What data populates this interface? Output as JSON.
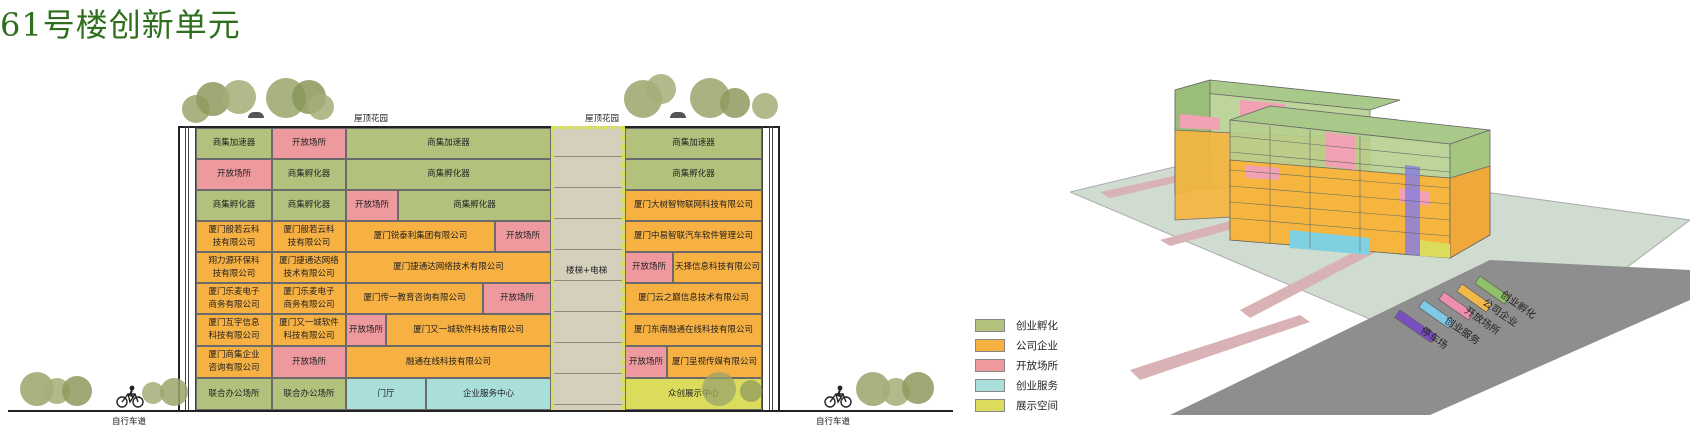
{
  "title": "61号楼创新单元",
  "labels": {
    "roof_garden_left": "屋顶花园",
    "roof_garden_right": "屋顶花园",
    "bike_lane_left": "自行车道",
    "bike_lane_right": "自行车道",
    "core": "楼梯+电梯"
  },
  "colors": {
    "incubation": "#b2c27d",
    "company": "#f7b042",
    "open": "#ed999d",
    "service": "#a9dedb",
    "exhibit": "#dbdc5c",
    "core": "#d4d0bc",
    "tree": "#9aa46b",
    "title": "#2f6e1c"
  },
  "floors": [
    [
      "商集加速器",
      "开放场所",
      "商集加速器",
      "商集加速器"
    ],
    [
      "开放场所",
      "商集孵化器",
      "商集孵化器",
      "商集孵化器"
    ],
    [
      "商集孵化器",
      "商集孵化器",
      "开放场所",
      "商集孵化器",
      "厦门大树智物联网科技有限公司"
    ],
    [
      "厦门般若云科\n技有限公司",
      "厦门般若云科\n技有限公司",
      "厦门锐泰利集团有限公司",
      "开放场所",
      "厦门中易智联汽车软件管理公司"
    ],
    [
      "翔力源环保科\n技有限公司",
      "厦门捷通达网络\n技术有限公司",
      "厦门捷通达网络技术有限公司",
      "开放场所",
      "天择信息科技有限公司"
    ],
    [
      "厦门乐麦电子\n商务有限公司",
      "厦门乐麦电子\n商务有限公司",
      "厦门传一教育咨询有限公司",
      "开放场所",
      "厦门云之巅信息技术有限公司"
    ],
    [
      "厦门互宇信息\n科技有限公司",
      "厦门又一城软件\n科技有限公司",
      "开放场所",
      "厦门又一城软件科技有限公司",
      "厦门东南融通在线科技有限公司"
    ],
    [
      "厦门商集企业\n咨询有限公司",
      "开放场所",
      "融通在线科技有限公司",
      "开放场所",
      "厦门呈视传媒有限公司"
    ],
    [
      "联合办公场所",
      "联合办公场所",
      "门厅",
      "企业服务中心",
      "众创展示中心"
    ]
  ],
  "legend": [
    {
      "label": "创业孵化",
      "color": "#b2c27d"
    },
    {
      "label": "公司企业",
      "color": "#f7b042"
    },
    {
      "label": "开放场所",
      "color": "#ed999d"
    },
    {
      "label": "创业服务",
      "color": "#a9dedb"
    },
    {
      "label": "展示空间",
      "color": "#dbdc5c"
    }
  ],
  "iso_legend": [
    {
      "label": "创业孵化",
      "color": "#8fc06a"
    },
    {
      "label": "公司企业",
      "color": "#f2b84a"
    },
    {
      "label": "开放场所",
      "color": "#ef8fb0"
    },
    {
      "label": "创业服务",
      "color": "#7fc8e8"
    },
    {
      "label": "停车场",
      "color": "#7a4fc0"
    }
  ]
}
